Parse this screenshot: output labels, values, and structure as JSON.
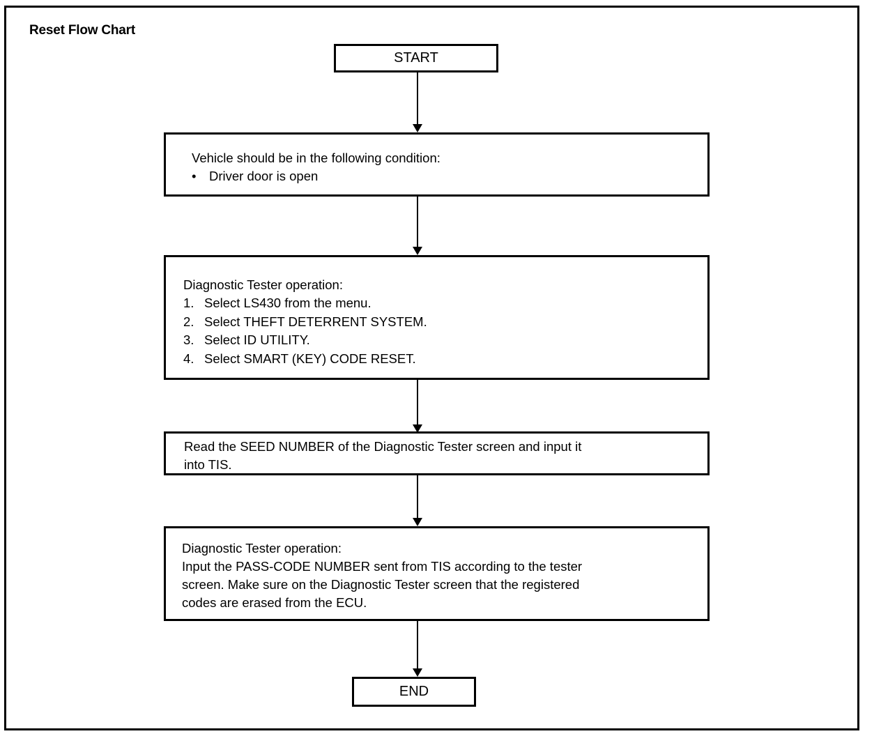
{
  "figure": {
    "title": "Reset Flow Chart"
  },
  "chart_data": {
    "type": "diagram",
    "diagram_kind": "flowchart",
    "title": "Reset Flow Chart",
    "orientation": "top-to-bottom",
    "nodes": [
      {
        "id": "start",
        "shape": "terminator",
        "label": "START"
      },
      {
        "id": "vehicle-condition",
        "shape": "process",
        "heading": "Vehicle should be in the following condition:",
        "bullets": [
          "Driver door is open"
        ]
      },
      {
        "id": "tester-menu-steps",
        "shape": "process",
        "heading": "Diagnostic Tester operation:",
        "steps": [
          {
            "num": "1.",
            "text": "Select LS430 from the menu."
          },
          {
            "num": "2.",
            "text": "Select THEFT DETERRENT SYSTEM."
          },
          {
            "num": "3.",
            "text": "Select ID UTILITY."
          },
          {
            "num": "4.",
            "text": "Select SMART (KEY) CODE RESET."
          }
        ]
      },
      {
        "id": "read-seed-number",
        "shape": "process",
        "lines": [
          "Read the SEED NUMBER of the Diagnostic Tester screen and input it",
          "into TIS."
        ]
      },
      {
        "id": "input-pass-code",
        "shape": "process",
        "heading": "Diagnostic Tester operation:",
        "lines": [
          "Input the PASS-CODE NUMBER sent from TIS according to the tester",
          "screen.  Make sure on the Diagnostic Tester screen that the registered",
          "codes are erased from the ECU."
        ]
      },
      {
        "id": "end",
        "shape": "terminator",
        "label": "END"
      }
    ],
    "edges": [
      {
        "from": "start",
        "to": "vehicle-condition",
        "style": "arrow"
      },
      {
        "from": "vehicle-condition",
        "to": "tester-menu-steps",
        "style": "arrow"
      },
      {
        "from": "tester-menu-steps",
        "to": "read-seed-number",
        "style": "arrow"
      },
      {
        "from": "read-seed-number",
        "to": "input-pass-code",
        "style": "arrow"
      },
      {
        "from": "input-pass-code",
        "to": "end",
        "style": "arrow"
      }
    ],
    "colors": {
      "stroke": "#000000",
      "fill": "#ffffff",
      "text": "#000000"
    }
  }
}
